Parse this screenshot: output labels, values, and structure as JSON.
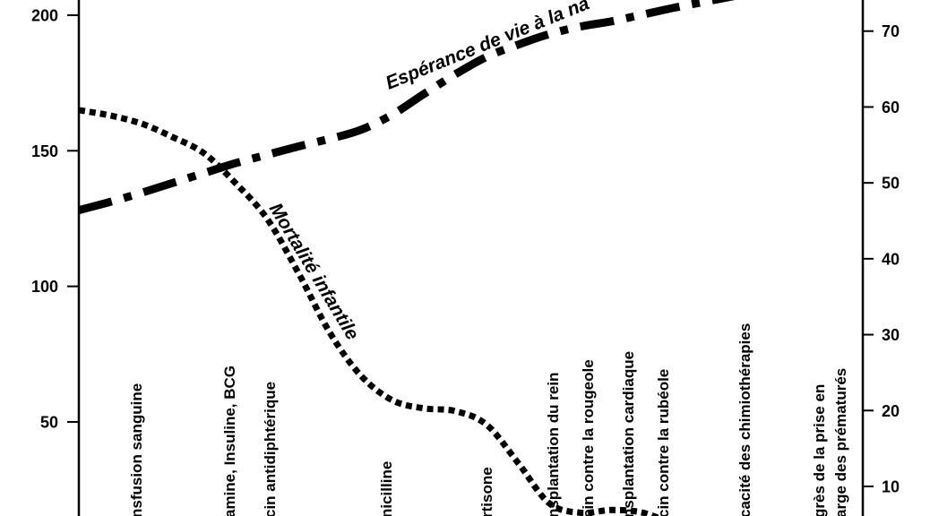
{
  "chart_data": {
    "type": "line",
    "y_left": {
      "ticks": [
        50,
        100,
        150,
        200
      ],
      "range": [
        15.3,
        205.6
      ]
    },
    "y_right": {
      "ticks": [
        10,
        20,
        30,
        40,
        50,
        60,
        70
      ],
      "range": [
        6.1,
        74.1
      ]
    },
    "series": [
      {
        "name": "Mortalité infantile",
        "axis": "left",
        "line_style": "dotted",
        "color": "#000000",
        "values": [
          165,
          163,
          160,
          155,
          149,
          138,
          125,
          105,
          83,
          67,
          58,
          55,
          54,
          49,
          35,
          20,
          16.5,
          17.5,
          16.5,
          12,
          null,
          null,
          null,
          null,
          null,
          null
        ]
      },
      {
        "name": "Espérance de vie à la na",
        "axis": "right",
        "line_style": "dash-dot",
        "color": "#000000",
        "values": [
          46.4,
          47.5,
          48.7,
          50.0,
          51.3,
          52.6,
          53.7,
          54.8,
          55.8,
          57.0,
          59.0,
          61.7,
          64.3,
          66.6,
          68.2,
          69.6,
          70.6,
          71.3,
          72.2,
          73.1,
          73.9,
          74.7,
          null,
          null,
          null,
          null
        ]
      }
    ],
    "annotations": [
      {
        "lines": [
          "nsfusion sanguine"
        ]
      },
      {
        "lines": [
          "amine, Insuline, BCG"
        ]
      },
      {
        "lines": [
          "cin antidiphtérique"
        ]
      },
      {
        "lines": [
          "nicilline"
        ]
      },
      {
        "lines": [
          "rtisone"
        ]
      },
      {
        "lines": [
          "nsplantation du rein"
        ]
      },
      {
        "lines": [
          "cin contre la rougeole"
        ]
      },
      {
        "lines": [
          "nsplantation cardiaque"
        ]
      },
      {
        "lines": [
          "cin contre la rubéole"
        ]
      },
      {
        "lines": [
          "cacité des chimiothérapies"
        ]
      },
      {
        "lines": [
          "grès de la prise en",
          "arge des prématurés"
        ]
      }
    ]
  }
}
